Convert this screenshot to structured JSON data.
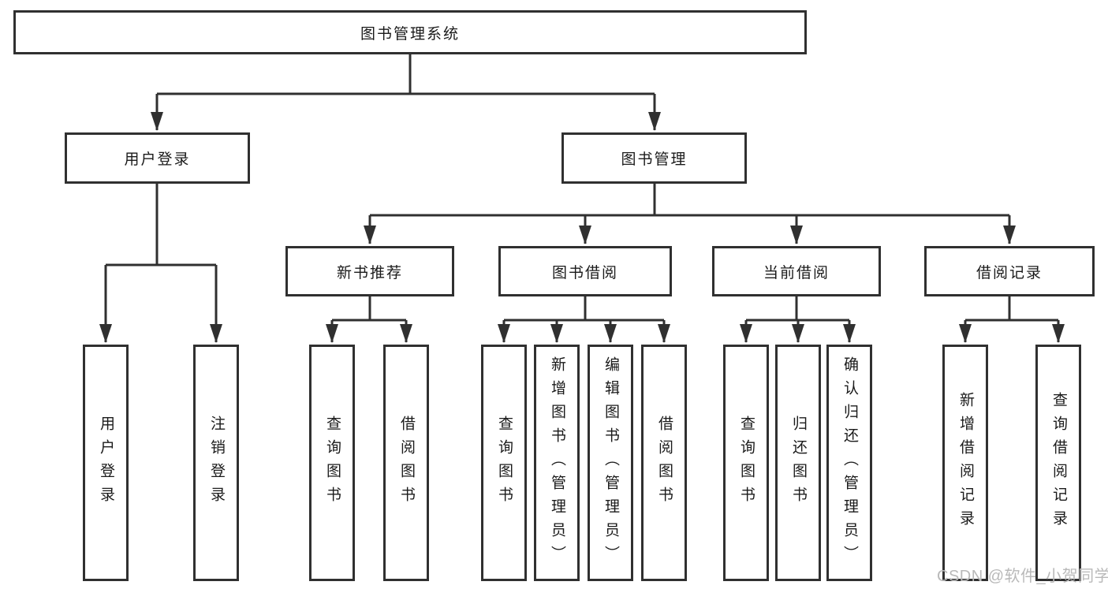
{
  "diagram": {
    "root": "图书管理系统",
    "level2": [
      "用户登录",
      "图书管理"
    ],
    "level3": [
      "新书推荐",
      "图书借阅",
      "当前借阅",
      "借阅记录"
    ],
    "leaves": [
      [
        "用户登录",
        "注销登录"
      ],
      [
        "查询图书",
        "借阅图书"
      ],
      [
        "查询图书",
        "新增图书（管理员）",
        "编辑图书（管理员）",
        "借阅图书"
      ],
      [
        "查询图书",
        "归还图书",
        "确认归还（管理员）"
      ],
      [
        "新增借阅记录",
        "查询借阅记录"
      ]
    ]
  },
  "watermark": "CSDN @软件_小贺同学",
  "colors": {
    "line": "#303030",
    "text": "#1a1a1a",
    "watermark": "#b9b9b9",
    "background": "#ffffff"
  }
}
